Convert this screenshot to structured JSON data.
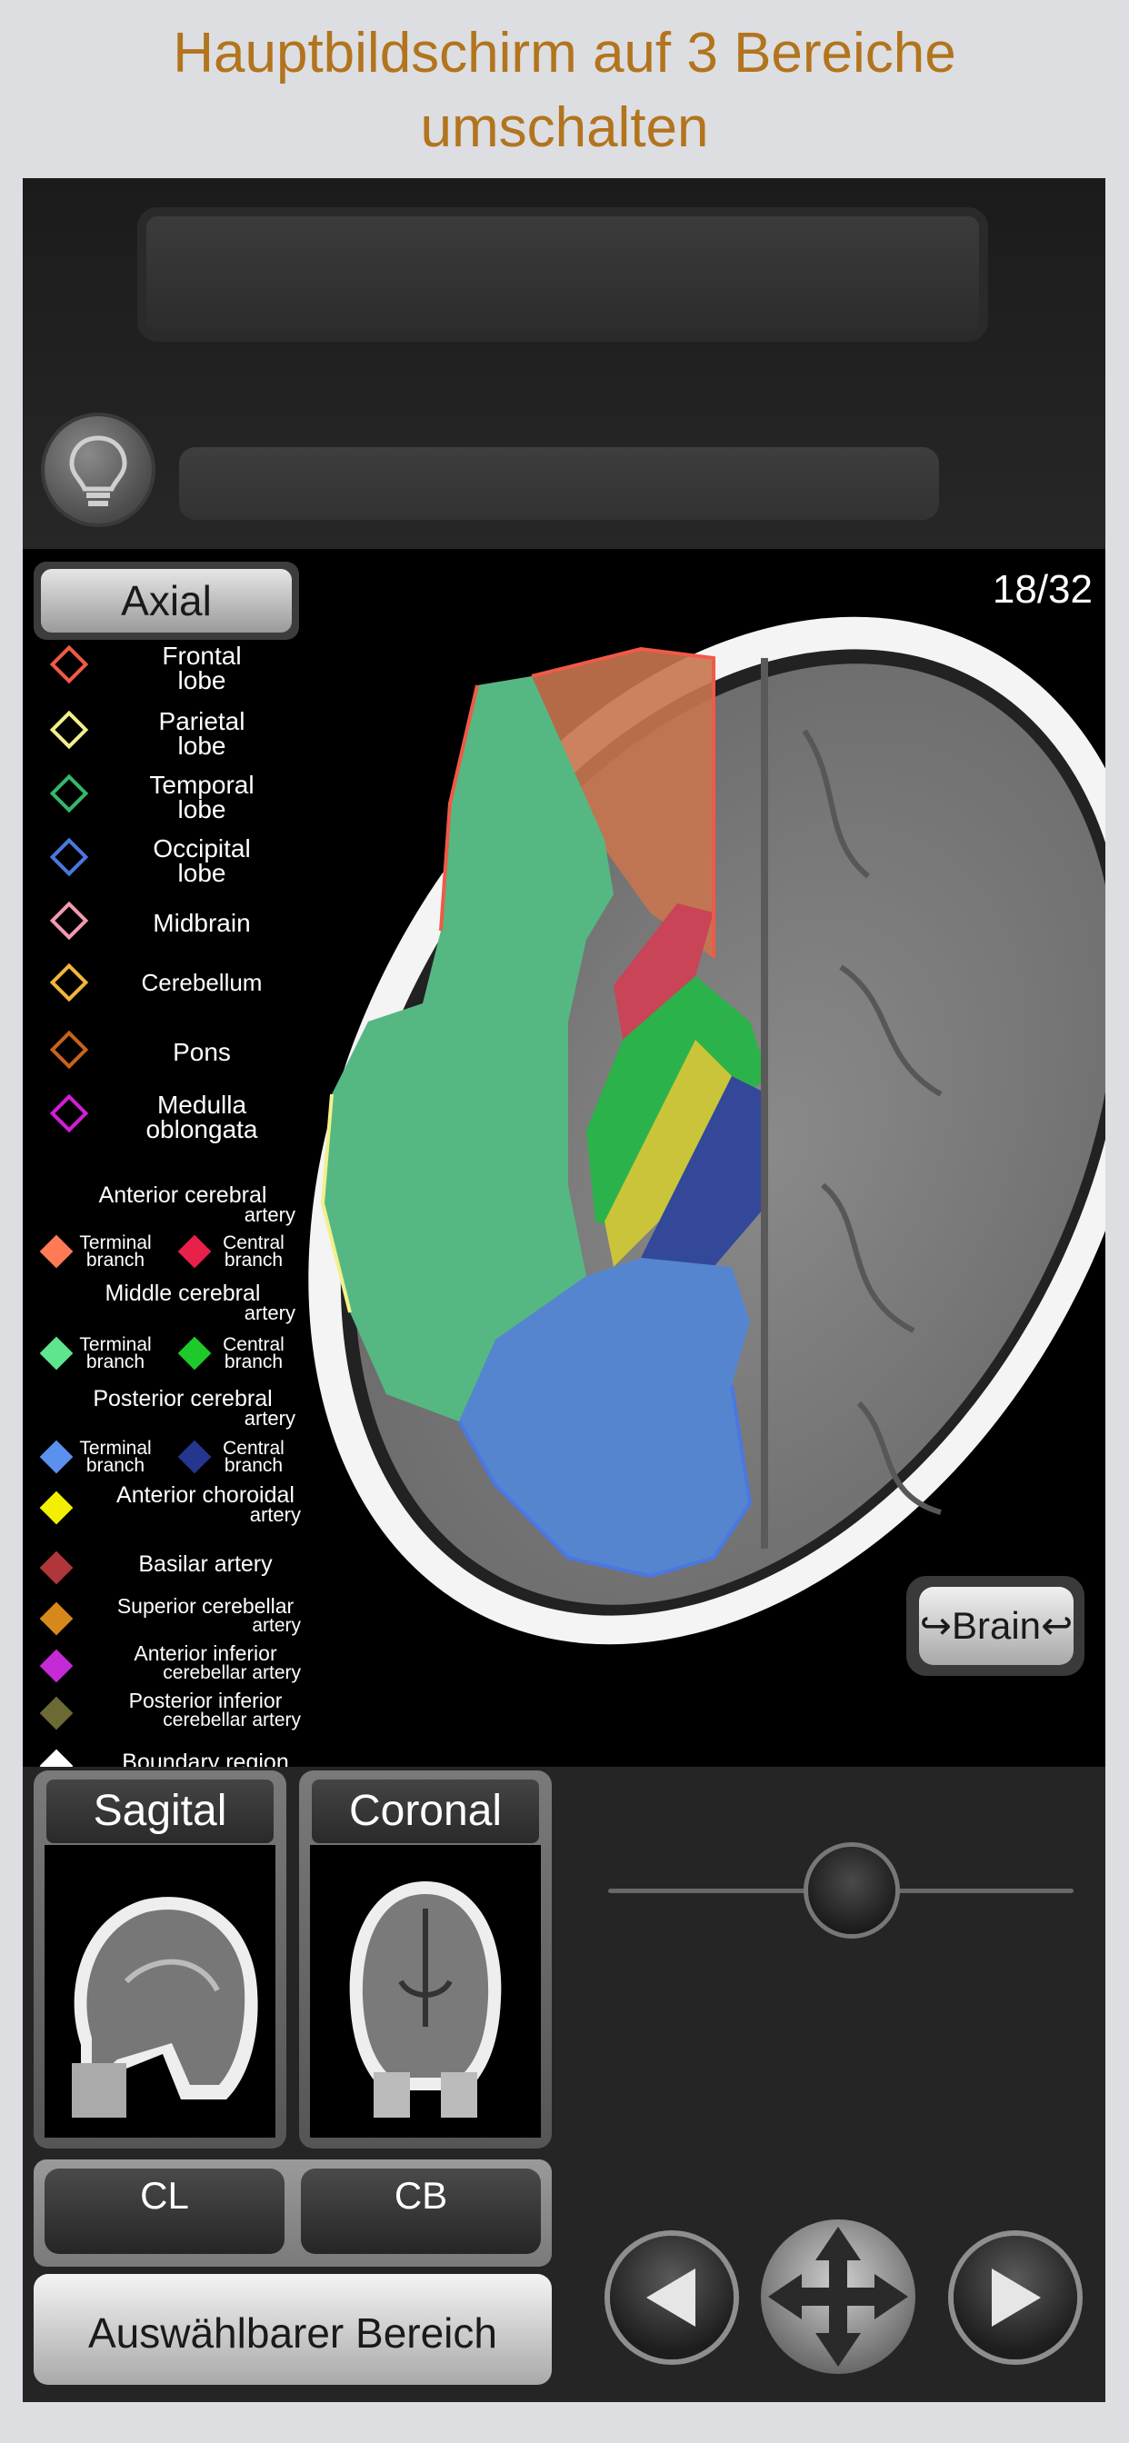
{
  "headline": {
    "line1": "Hauptbildschirm auf 3 Bereiche",
    "line2": "umschalten"
  },
  "colors": {
    "headline": "#b2741d",
    "background": "#dcdee1"
  },
  "icons": {
    "hint": "lightbulb-icon",
    "prev": "triangle-left-icon",
    "next": "triangle-right-icon",
    "move": "four-way-arrow-icon"
  },
  "viewer": {
    "plane_label": "Axial",
    "slice_counter": "18/32",
    "brain_button": "Brain"
  },
  "legend": {
    "regions": [
      {
        "label1": "Frontal",
        "label2": "lobe",
        "color": "#f05a46"
      },
      {
        "label1": "Parietal",
        "label2": "lobe",
        "color": "#f3f08c"
      },
      {
        "label1": "Temporal",
        "label2": "lobe",
        "color": "#34b86a"
      },
      {
        "label1": "Occipital",
        "label2": "lobe",
        "color": "#4a78e0"
      },
      {
        "label1": "Midbrain",
        "label2": "",
        "color": "#f29ab0"
      },
      {
        "label1": "Cerebellum",
        "label2": "",
        "color": "#f2b63a"
      },
      {
        "label1": "Pons",
        "label2": "",
        "color": "#c9621b"
      },
      {
        "label1": "Medulla",
        "label2": "oblongata",
        "color": "#d21ed6"
      }
    ],
    "arteries": [
      {
        "title": "Anterior cerebral",
        "title2": "artery",
        "terminal": "Terminal",
        "central": "Central",
        "branch": "branch",
        "terminal_color": "#ff7a55",
        "central_color": "#e8204a"
      },
      {
        "title": "Middle cerebral",
        "title2": "artery",
        "terminal": "Terminal",
        "central": "Central",
        "branch": "branch",
        "terminal_color": "#5ee68f",
        "central_color": "#1ec92a"
      },
      {
        "title": "Posterior cerebral",
        "title2": "artery",
        "terminal": "Terminal",
        "central": "Central",
        "branch": "branch",
        "terminal_color": "#5a90ee",
        "central_color": "#24368e"
      }
    ],
    "singles": [
      {
        "label1": "Anterior choroidal",
        "label2": "artery",
        "color": "#f2f000"
      },
      {
        "label1": "Basilar artery",
        "label2": "",
        "color": "#b0363c"
      },
      {
        "label1": "Superior cerebellar",
        "label2": "artery",
        "color": "#d6891a"
      },
      {
        "label1": "Anterior inferior",
        "label2": "cerebellar artery",
        "color": "#c42ad6"
      },
      {
        "label1": "Posterior inferior",
        "label2": "cerebellar artery",
        "color": "#6b6a34"
      },
      {
        "label1": "Boundary region",
        "label2": "",
        "color": "#ffffff"
      }
    ]
  },
  "thumbnails": {
    "sagital": "Sagital",
    "coronal": "Coronal"
  },
  "buttons": {
    "cl": "CL",
    "cb": "CB",
    "selectable_area": "Auswählbarer Bereich",
    "minus": "−",
    "plus": "+"
  }
}
